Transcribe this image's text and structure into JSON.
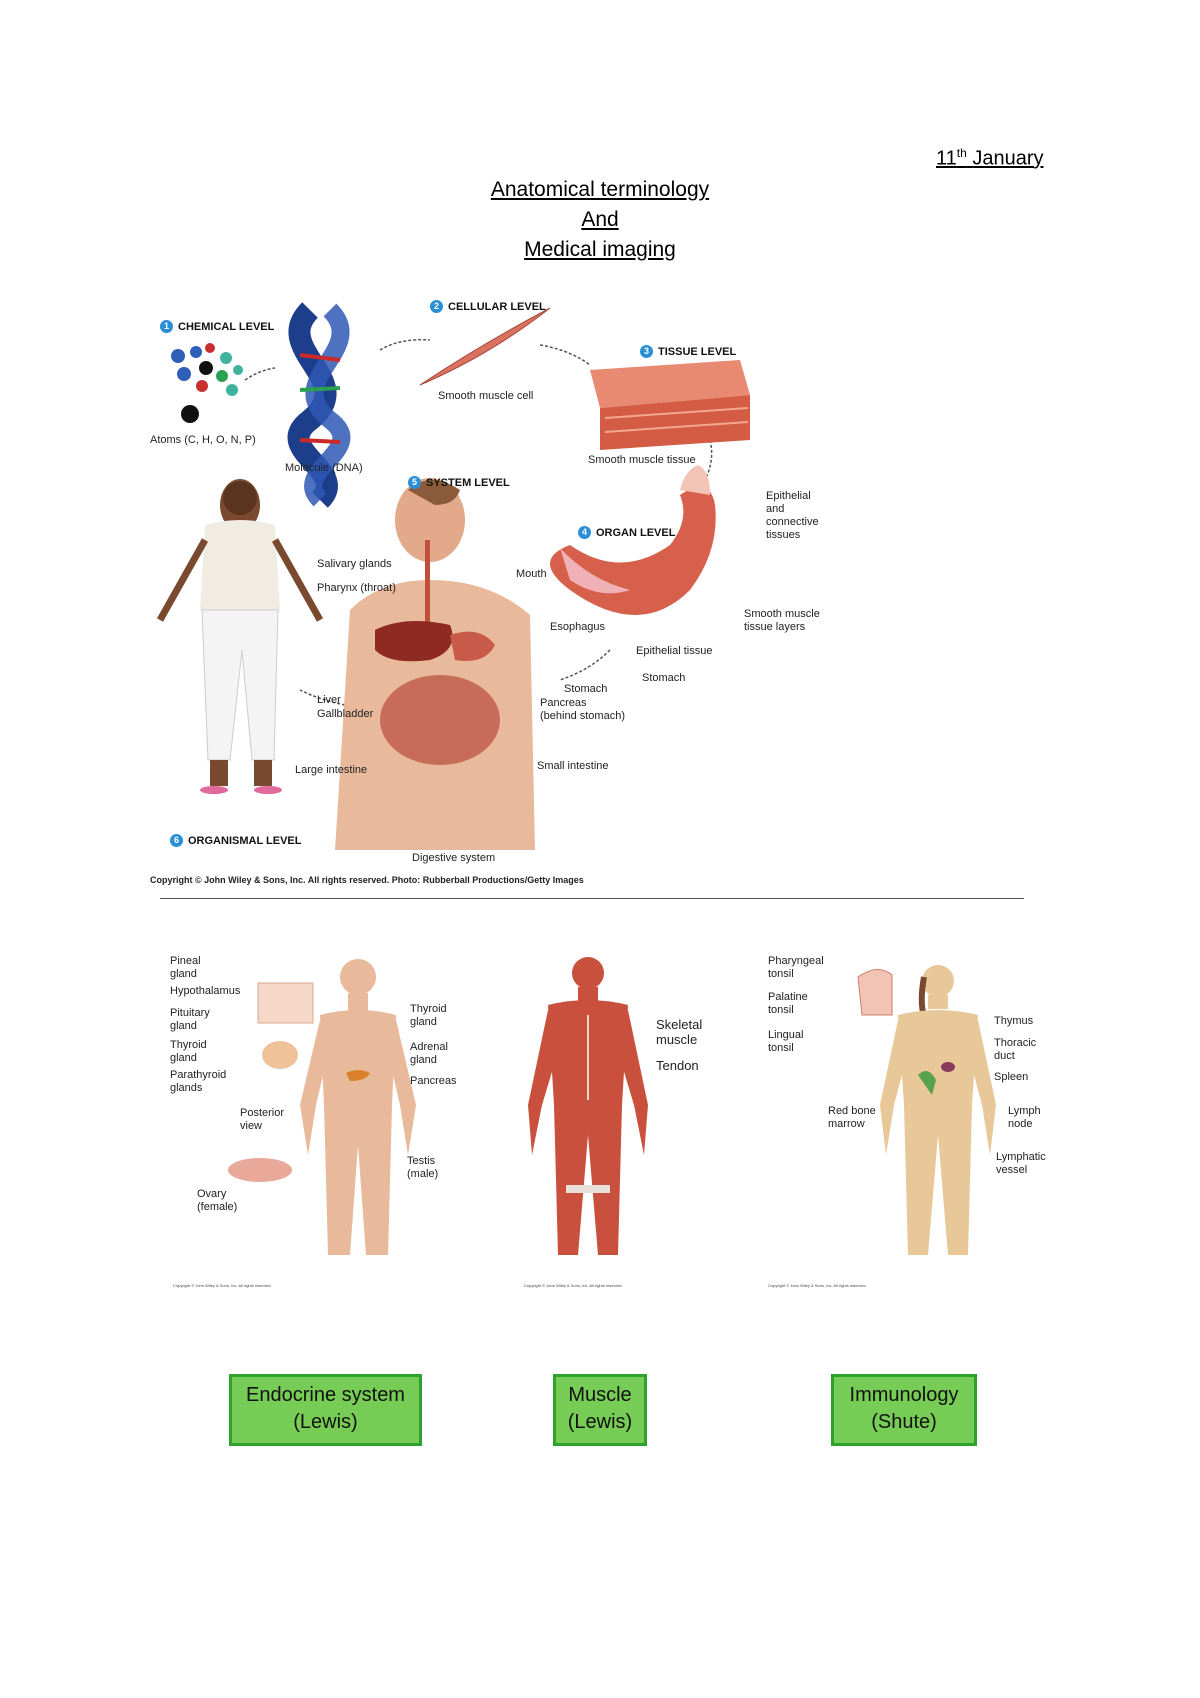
{
  "header": {
    "date_day": "11",
    "date_suffix": "th",
    "date_month": "January",
    "title_lines": [
      "Anatomical terminology",
      "And",
      "Medical imaging"
    ]
  },
  "levels_figure": {
    "levels": [
      {
        "num": "1",
        "label": "CHEMICAL LEVEL"
      },
      {
        "num": "2",
        "label": "CELLULAR LEVEL"
      },
      {
        "num": "3",
        "label": "TISSUE LEVEL"
      },
      {
        "num": "4",
        "label": "ORGAN LEVEL"
      },
      {
        "num": "5",
        "label": "SYSTEM LEVEL"
      },
      {
        "num": "6",
        "label": "ORGANISMAL LEVEL"
      }
    ],
    "labels": {
      "atoms": "Atoms (C, H, O, N, P)",
      "molecule": "Molecule (DNA)",
      "smooth_muscle_cell": "Smooth muscle cell",
      "smooth_muscle_tissue": "Smooth muscle tissue",
      "epithelial_connective": [
        "Epithelial",
        "and",
        "connective",
        "tissues"
      ],
      "smooth_muscle_layers": [
        "Smooth muscle",
        "tissue layers"
      ],
      "epithelial_tissue": "Epithelial tissue",
      "stomach_organ": "Stomach",
      "salivary": "Salivary glands",
      "pharynx": "Pharynx (throat)",
      "mouth": "Mouth",
      "esophagus": "Esophagus",
      "liver": "Liver",
      "gallbladder": "Gallbladder",
      "stomach": "Stomach",
      "pancreas": [
        "Pancreas",
        "(behind stomach)"
      ],
      "small_intestine": "Small intestine",
      "large_intestine": "Large intestine",
      "digestive_system": "Digestive system"
    },
    "copyright": "Copyright © John Wiley & Sons, Inc. All rights reserved. Photo: Rubberball Productions/Getty Images"
  },
  "endocrine_figure": {
    "labels": {
      "pineal": [
        "Pineal",
        "gland"
      ],
      "hypothalamus": "Hypothalamus",
      "pituitary": [
        "Pituitary",
        "gland"
      ],
      "thyroid_left": [
        "Thyroid",
        "gland"
      ],
      "parathyroid": [
        "Parathyroid",
        "glands"
      ],
      "posterior": [
        "Posterior",
        "view"
      ],
      "ovary": [
        "Ovary",
        "(female)"
      ],
      "thyroid_right": [
        "Thyroid",
        "gland"
      ],
      "adrenal": [
        "Adrenal",
        "gland"
      ],
      "pancreas": "Pancreas",
      "testis": [
        "Testis",
        "(male)"
      ]
    },
    "copyright": "Copyright © John Wiley & Sons, Inc. All rights reserved."
  },
  "muscle_figure": {
    "labels": {
      "skeletal": [
        "Skeletal",
        "muscle"
      ],
      "tendon": "Tendon"
    },
    "copyright": "Copyright © John Wiley & Sons, Inc. All rights reserved."
  },
  "lymph_figure": {
    "labels": {
      "pharyngeal": [
        "Pharyngeal",
        "tonsil"
      ],
      "palatine": [
        "Palatine",
        "tonsil"
      ],
      "lingual": [
        "Lingual",
        "tonsil"
      ],
      "red_bone": [
        "Red bone",
        "marrow"
      ],
      "thymus": "Thymus",
      "thoracic": [
        "Thoracic",
        "duct"
      ],
      "spleen": "Spleen",
      "lymph_node": [
        "Lymph",
        "node"
      ],
      "lymphatic": [
        "Lymphatic",
        "vessel"
      ]
    },
    "copyright": "Copyright © John Wiley & Sons, Inc. All rights reserved."
  },
  "buttons": [
    {
      "line1": "Endocrine system",
      "line2": "(Lewis)"
    },
    {
      "line1": "Muscle",
      "line2": "(Lewis)"
    },
    {
      "line1": "Immunology",
      "line2": "(Shute)"
    }
  ],
  "colors": {
    "button_fill": "#76cc54",
    "button_border": "#2fa12f",
    "level_badge": "#2a8fd6",
    "muscle_red": "#c9503c",
    "skin": "#e8b99a"
  }
}
